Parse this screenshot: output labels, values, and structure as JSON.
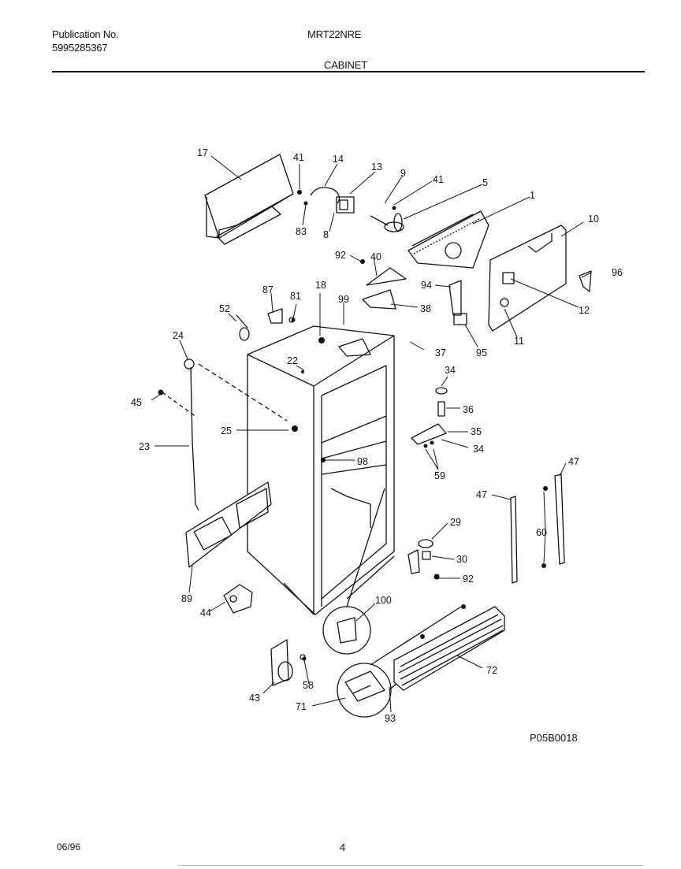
{
  "header": {
    "publication_label": "Publication No.",
    "publication_number": "5995285367",
    "model": "MRT22NRE",
    "section": "CABINET"
  },
  "callouts": [
    "17",
    "41",
    "14",
    "13",
    "9",
    "41",
    "5",
    "1",
    "10",
    "83",
    "8",
    "92",
    "40",
    "96",
    "94",
    "12",
    "11",
    "95",
    "87",
    "81",
    "18",
    "99",
    "38",
    "52",
    "24",
    "22",
    "37",
    "34",
    "36",
    "45",
    "25",
    "35",
    "34",
    "23",
    "98",
    "59",
    "47",
    "47",
    "60",
    "29",
    "30",
    "92",
    "89",
    "44",
    "100",
    "58",
    "43",
    "71",
    "93",
    "72"
  ],
  "drawing_code": "P05B0018",
  "footer": {
    "date": "06/96",
    "page": "4"
  }
}
